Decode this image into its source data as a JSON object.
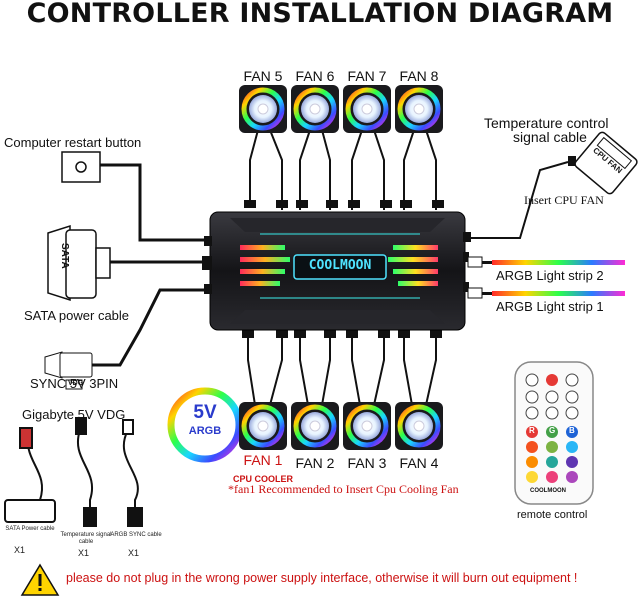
{
  "title": "CONTROLLER INSTALLATION DIAGRAM",
  "fans_top": [
    "FAN 5",
    "FAN 6",
    "FAN 7",
    "FAN 8"
  ],
  "fans_bottom": [
    "FAN 1",
    "FAN 2",
    "FAN 3",
    "FAN 4"
  ],
  "fan1_sub": "CPU COOLER",
  "fan1_note": "*fan1 Recommended to Insert  Cpu Cooling Fan",
  "hub_logo": "COOLMOON",
  "left_labels": {
    "restart": "Computer restart button",
    "sata_power": "SATA power cable",
    "sata_text": "SATA",
    "sync": "SYNC 5V 3PIN",
    "vdg_tag": "VDG",
    "gigabyte": "Gigabyte 5V VDG"
  },
  "right_labels": {
    "temp_line1": "Temperature control",
    "temp_line2": "signal cable",
    "cpu_fan_tag": "CPU FAN",
    "insert_cpu": "Insert CPU FAN",
    "strip2": "ARGB Light strip 2",
    "strip1": "ARGB Light strip 1"
  },
  "badge": {
    "top": "5V",
    "bottom": "ARGB"
  },
  "remote": {
    "label": "remote control",
    "brand": "COOLMOON",
    "letters": [
      "R",
      "G",
      "B"
    ],
    "color_buttons": [
      "#e53935",
      "#43a047",
      "#1e63d6",
      "#f4511e",
      "#7cb342",
      "#29b6f6",
      "#fb8c00",
      "#26a69a",
      "#5e35b1",
      "#fdd835",
      "#ec407a",
      "#ab47bc"
    ]
  },
  "accessories": [
    {
      "label": "SATA Power cable",
      "count": "X1"
    },
    {
      "label": "Temperature signal cable",
      "count": "X1"
    },
    {
      "label": "ARGB SYNC cable",
      "count": "X1"
    }
  ],
  "warning": "please do not plug in the wrong power supply interface, otherwise it will burn out equipment !",
  "colors": {
    "warning_red": "#cc1111",
    "hub_dark": "#1c1c1f",
    "logo_cyan": "#4fe3ff"
  }
}
